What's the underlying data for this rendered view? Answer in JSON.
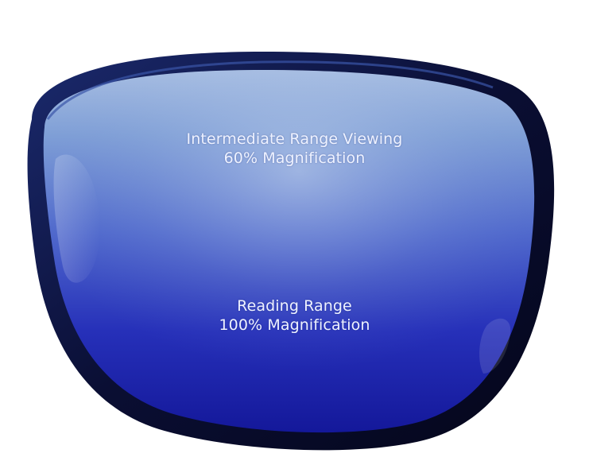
{
  "lens": {
    "rim_color": "#0b0f2e",
    "top_tint": "#8aa8da",
    "bottom_tint": "#1a1fa6",
    "icon": "lens-icon"
  },
  "zones": {
    "intermediate": {
      "title": "Intermediate Range Viewing",
      "magnification": "60% Magnification"
    },
    "reading": {
      "title": "Reading Range",
      "magnification": "100% Magnification"
    }
  }
}
